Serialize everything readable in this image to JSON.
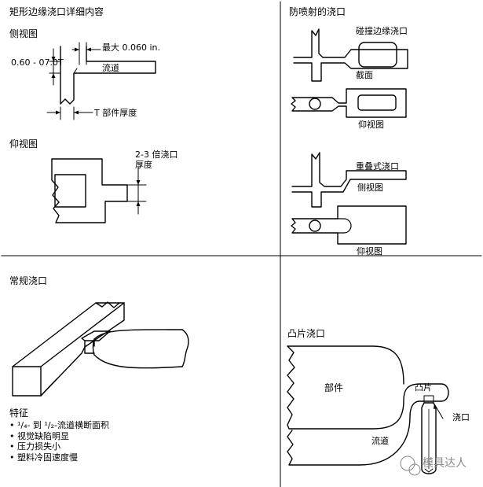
{
  "tl": {
    "title": "矩形边缘浇口详细内容",
    "side_view": "侧视图",
    "max_label": "最大 0.060 in.",
    "thickness_range": "0.60 - 07.0T",
    "runner": "流道",
    "part_thickness": "T 部件厚度",
    "bottom_view": "仰视图",
    "gate_ratio_1": "2-3 倍浇口",
    "gate_ratio_2": "厚度"
  },
  "tr": {
    "title": "防喷射的浇口",
    "abutted_edge_gate": "碰撞边缘浇口",
    "section": "截面",
    "bottom_view_1": "仰视图",
    "overlap_gate": "重叠式浇口",
    "side_view": "侧视图",
    "bottom_view_2": "仰视图"
  },
  "bl": {
    "title": "常规浇口",
    "features_title": "特征",
    "features": [
      "¹/₄- 到 ¹/₂-流道横断面积",
      "视觉缺陷明显",
      "压力损失小",
      "塑料冷固速度慢"
    ]
  },
  "br": {
    "title": "凸片浇口",
    "part": "部件",
    "tab": "凸片",
    "gate": "浇口",
    "runner": "流道"
  },
  "watermark": "模具达人"
}
